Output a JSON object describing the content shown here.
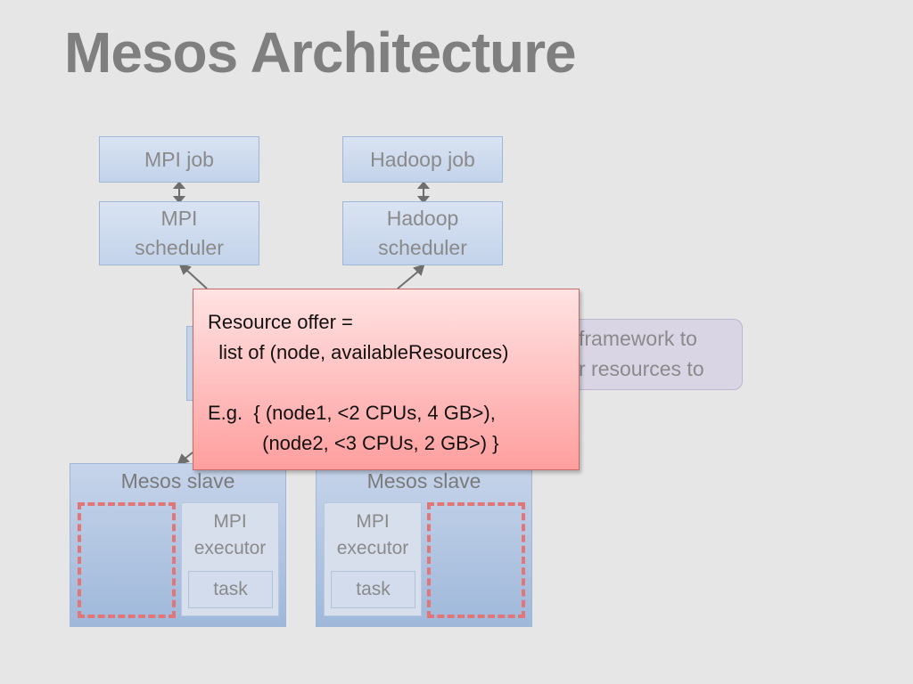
{
  "title": "Mesos Architecture",
  "frameworks": [
    {
      "job": "MPI job",
      "scheduler": "MPI scheduler"
    },
    {
      "job": "Hadoop job",
      "scheduler": "Hadoop scheduler"
    }
  ],
  "hidden_note": {
    "line1": "framework to",
    "line2": "r resources to"
  },
  "callout": {
    "line1": "Resource offer =",
    "line2": "  list of (node, availableResources)",
    "line3": "",
    "line4": "E.g.  { (node1, <2 CPUs, 4 GB>),",
    "line5": "          (node2, <3 CPUs, 2 GB>) }"
  },
  "slaves": [
    {
      "label": "Mesos slave",
      "executor": "MPI executor",
      "task": "task"
    },
    {
      "label": "Mesos slave",
      "executor": "MPI executor",
      "task": "task"
    }
  ],
  "colors": {
    "box_blue": "#c3d3ea",
    "callout_red": "#ff9e9e",
    "dashed_red": "#e27676",
    "title_gray": "#7f7f7f"
  }
}
